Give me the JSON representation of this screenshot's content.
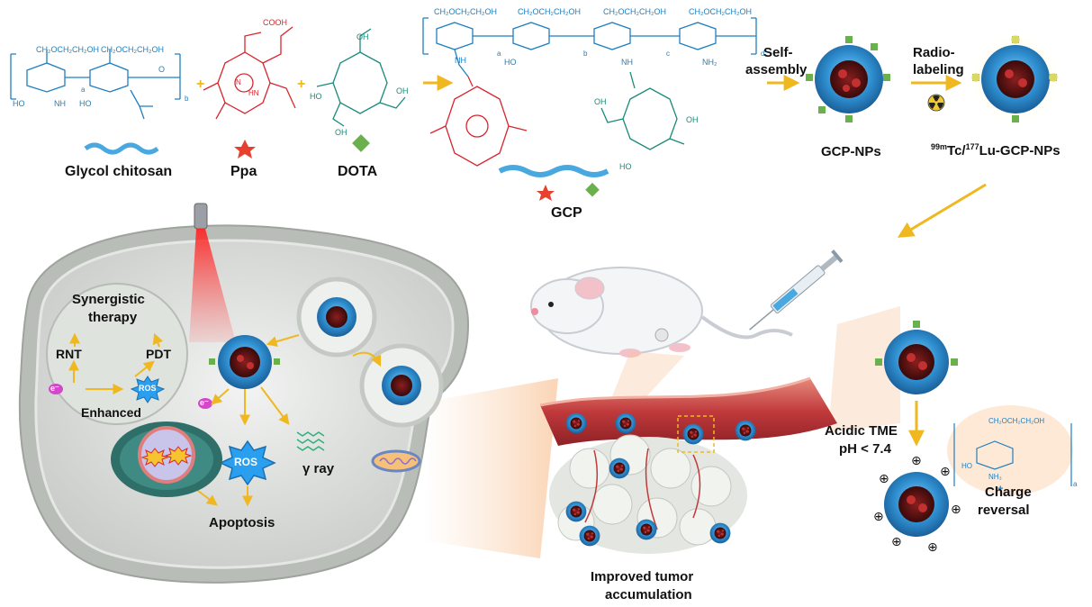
{
  "colors": {
    "chitosan_blue": "#1f7fc0",
    "ppa_red": "#d8262e",
    "dota_teal": "#1a8a7a",
    "arrow_yellow": "#f5c430",
    "np_blue": "#2f8fd0",
    "cell_gray": "#d9dcd9",
    "vessel_red": "#c0393b",
    "tumor_white": "#e6e9e4"
  },
  "top": {
    "glycol_chitosan": "Glycol chitosan",
    "ppa": "Ppa",
    "dota": "DOTA",
    "gcp": "GCP",
    "self_assembly_1": "Self-",
    "self_assembly_2": "assembly",
    "radio_1": "Radio-",
    "radio_2": "labeling",
    "gcp_nps": "GCP-NPs",
    "labeled_sup1": "99m",
    "labeled_mid": "Tc/",
    "labeled_sup2": "177",
    "labeled_tail": "Lu-GCP-NPs"
  },
  "chem": {
    "ch2_chain": "CH₂OCH₂CH₂OH",
    "ho": "HO",
    "nh": "NH",
    "nh2": "NH₂",
    "cooh": "COOH",
    "oh": "OH",
    "a": "a",
    "b": "b",
    "c": "c",
    "d": "d",
    "plus": "+",
    "nh3": "NH₃",
    "o": "O",
    "n": "N",
    "hn": "HN"
  },
  "cell": {
    "synergistic_1": "Synergistic",
    "synergistic_2": "therapy",
    "rnt": "RNT",
    "pdt": "PDT",
    "ros_small": "ROS",
    "enhanced": "Enhanced",
    "electron": "e⁻",
    "ros_big": "ROS",
    "gamma": "γ ray",
    "apoptosis": "Apoptosis"
  },
  "tumor": {
    "improved_1": "Improved tumor",
    "improved_2": "accumulation",
    "acidic_1": "Acidic TME",
    "acidic_2": "pH < 7.4",
    "charge_1": "Charge",
    "charge_2": "reversal"
  }
}
